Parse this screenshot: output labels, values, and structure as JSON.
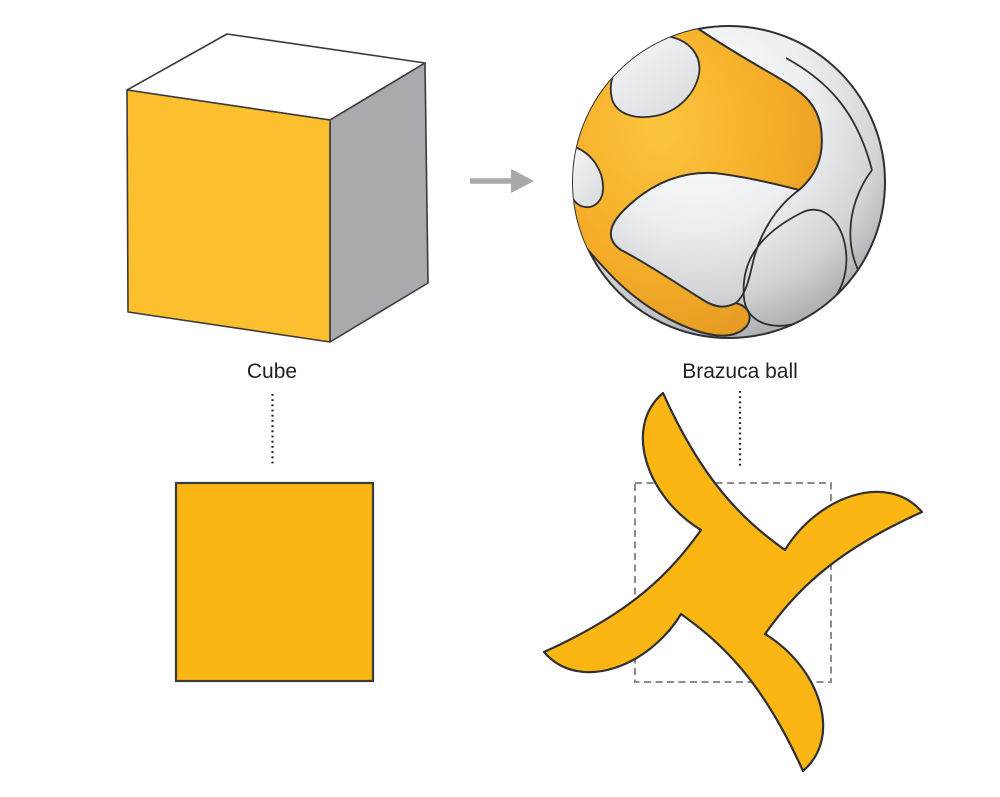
{
  "labels": {
    "cube": "Cube",
    "brazuca": "Brazuca ball"
  },
  "icons": {
    "arrow": "right-arrow"
  },
  "colors": {
    "cube_front": "#FCC02E",
    "cube_top": "#FFFFFF",
    "cube_side": "#A8AAAD",
    "flat_orange": "#FBB614",
    "outline": "#3A3B3C",
    "seam": "#2F3033",
    "arrow": "#A7A9AC",
    "dashed": "#8A8C8F",
    "text": "#231F20"
  }
}
